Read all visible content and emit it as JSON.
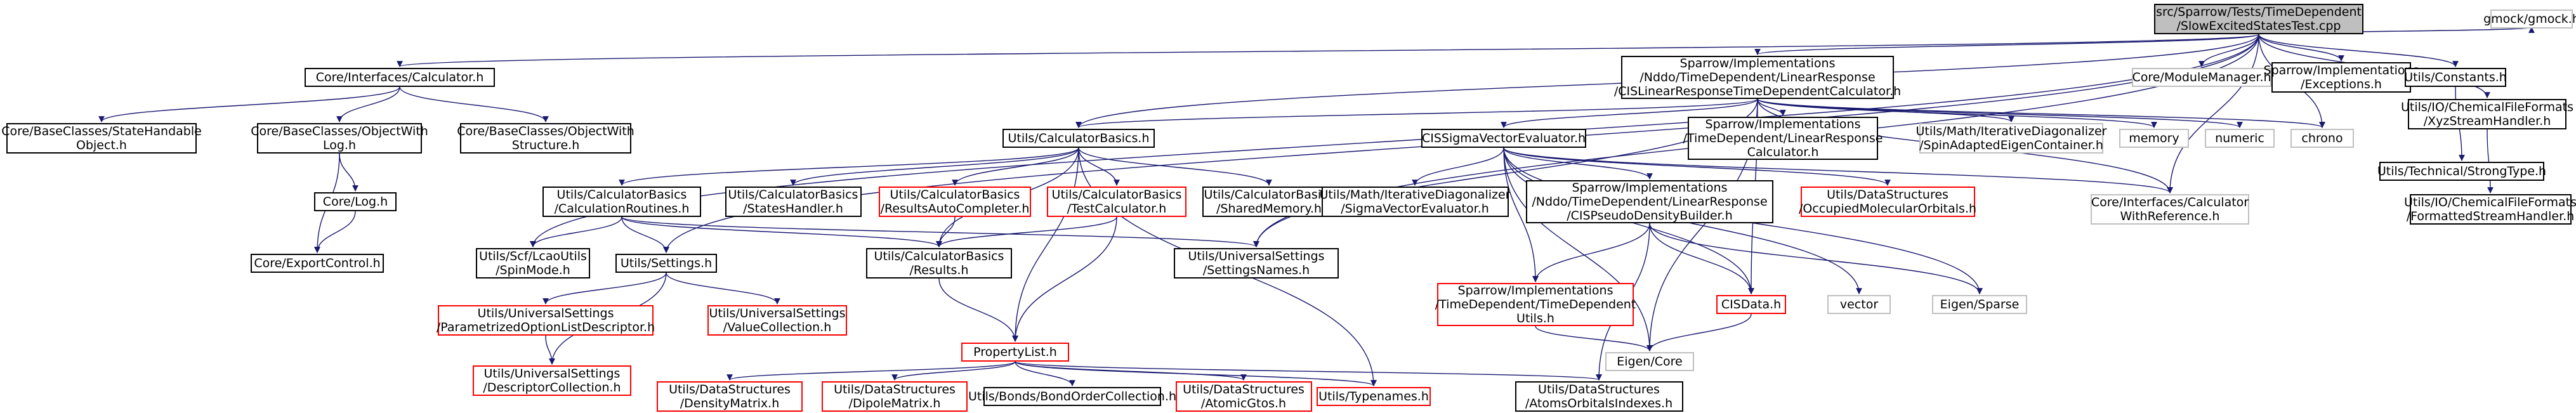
{
  "graph": {
    "nodes": [
      {
        "id": "root",
        "label": "src/Sparrow/Tests/TimeDependent\n/SlowExcitedStatesTest.cpp",
        "style": "root"
      },
      {
        "id": "calc",
        "label": "Core/Interfaces/Calculator.h",
        "style": "normal"
      },
      {
        "id": "statehandle",
        "label": "Core/BaseClasses/StateHandable\nObject.h",
        "style": "normal"
      },
      {
        "id": "objwithlog",
        "label": "Core/BaseClasses/ObjectWith\nLog.h",
        "style": "normal"
      },
      {
        "id": "objwithstruct",
        "label": "Core/BaseClasses/ObjectWith\nStructure.h",
        "style": "normal"
      },
      {
        "id": "corelog",
        "label": "Core/Log.h",
        "style": "normal"
      },
      {
        "id": "exportctrl",
        "label": "Core/ExportControl.h",
        "style": "normal"
      },
      {
        "id": "tdlr",
        "label": "Sparrow/Implementations\n/Nddo/TimeDependent/LinearResponse\n/CISLinearResponseTimeDependentCalculator.h",
        "style": "normal"
      },
      {
        "id": "calcbasics",
        "label": "Utils/CalculatorBasics.h",
        "style": "normal"
      },
      {
        "id": "cisevaluator",
        "label": "CISSigmaVectorEvaluator.h",
        "style": "normal"
      },
      {
        "id": "tdlrcalc",
        "label": "Sparrow/Implementations\n/TimeDependent/LinearResponse\nCalculator.h",
        "style": "normal"
      },
      {
        "id": "iterdiag",
        "label": "Utils/Math/IterativeDiagonalizer\n/SpinAdaptedEigenContainer.h",
        "style": "grey"
      },
      {
        "id": "memory",
        "label": "memory",
        "style": "grey"
      },
      {
        "id": "numeric",
        "label": "numeric",
        "style": "grey"
      },
      {
        "id": "chrono",
        "label": "chrono",
        "style": "grey"
      },
      {
        "id": "modulemgr",
        "label": "Core/ModuleManager.h",
        "style": "grey"
      },
      {
        "id": "exceptions",
        "label": "Sparrow/Implementations\n/Exceptions.h",
        "style": "normal"
      },
      {
        "id": "constants",
        "label": "Utils/Constants.h",
        "style": "normal"
      },
      {
        "id": "xyz",
        "label": "Utils/IO/ChemicalFileFormats\n/XyzStreamHandler.h",
        "style": "normal"
      },
      {
        "id": "gmock",
        "label": "gmock/gmock.h",
        "style": "grey"
      },
      {
        "id": "stronglytype",
        "label": "Utils/Technical/StrongType.h",
        "style": "normal"
      },
      {
        "id": "formatted",
        "label": "Utils/IO/ChemicalFileFormats\n/FormattedStreamHandler.h",
        "style": "normal"
      },
      {
        "id": "calcwithref",
        "label": "Core/Interfaces/Calculator\nWithReference.h",
        "style": "grey"
      },
      {
        "id": "calcroutines",
        "label": "Utils/CalculatorBasics\n/CalculationRoutines.h",
        "style": "normal"
      },
      {
        "id": "stateshandler",
        "label": "Utils/CalculatorBasics\n/StatesHandler.h",
        "style": "normal"
      },
      {
        "id": "resautocomp",
        "label": "Utils/CalculatorBasics\n/ResultsAutoCompleter.h",
        "style": "red"
      },
      {
        "id": "testcalc",
        "label": "Utils/CalculatorBasics\n/TestCalculator.h",
        "style": "red"
      },
      {
        "id": "sharedmem",
        "label": "Utils/CalculatorBasics\n/SharedMemory.h",
        "style": "normal"
      },
      {
        "id": "sigmaeval",
        "label": "Utils/Math/IterativeDiagonalizer\n/SigmaVectorEvaluator.h",
        "style": "normal"
      },
      {
        "id": "pseudo",
        "label": "Sparrow/Implementations\n/Nddo/TimeDependent/LinearResponse\n/CISPseudoDensityBuilder.h",
        "style": "normal"
      },
      {
        "id": "occmo",
        "label": "Utils/DataStructures\n/OccupiedMolecularOrbitals.h",
        "style": "red"
      },
      {
        "id": "spinmode",
        "label": "Utils/Scf/LcaoUtils\n/SpinMode.h",
        "style": "normal"
      },
      {
        "id": "settings",
        "label": "Utils/Settings.h",
        "style": "normal"
      },
      {
        "id": "results",
        "label": "Utils/CalculatorBasics\n/Results.h",
        "style": "normal"
      },
      {
        "id": "settingsnames",
        "label": "Utils/UniversalSettings\n/SettingsNames.h",
        "style": "normal"
      },
      {
        "id": "tdutils",
        "label": "Sparrow/Implementations\n/TimeDependent/TimeDependent\nUtils.h",
        "style": "red"
      },
      {
        "id": "cisdata",
        "label": "CISData.h",
        "style": "red"
      },
      {
        "id": "vector",
        "label": "vector",
        "style": "grey"
      },
      {
        "id": "eigensparse",
        "label": "Eigen/Sparse",
        "style": "grey"
      },
      {
        "id": "paramoptdesc",
        "label": "Utils/UniversalSettings\n/ParametrizedOptionListDescriptor.h",
        "style": "red"
      },
      {
        "id": "valuecoll",
        "label": "Utils/UniversalSettings\n/ValueCollection.h",
        "style": "red"
      },
      {
        "id": "eigencore",
        "label": "Eigen/Core",
        "style": "grey"
      },
      {
        "id": "desccoll",
        "label": "Utils/UniversalSettings\n/DescriptorCollection.h",
        "style": "red"
      },
      {
        "id": "proplist",
        "label": "PropertyList.h",
        "style": "red"
      },
      {
        "id": "densmat",
        "label": "Utils/DataStructures\n/DensityMatrix.h",
        "style": "red"
      },
      {
        "id": "dipole",
        "label": "Utils/DataStructures\n/DipoleMatrix.h",
        "style": "red"
      },
      {
        "id": "bondorder",
        "label": "Utils/Bonds/BondOrderCollection.h",
        "style": "normal"
      },
      {
        "id": "atomicgtos",
        "label": "Utils/DataStructures\n/AtomicGtos.h",
        "style": "red"
      },
      {
        "id": "typenames",
        "label": "Utils/Typenames.h",
        "style": "red"
      },
      {
        "id": "atomorbidx",
        "label": "Utils/DataStructures\n/AtomsOrbitalsIndexes.h",
        "style": "normal"
      }
    ],
    "edges": [
      [
        "root",
        "calc"
      ],
      [
        "root",
        "tdlr"
      ],
      [
        "root",
        "calcbasics"
      ],
      [
        "root",
        "modulemgr"
      ],
      [
        "root",
        "exceptions"
      ],
      [
        "root",
        "constants"
      ],
      [
        "root",
        "xyz"
      ],
      [
        "root",
        "gmock"
      ],
      [
        "root",
        "chrono"
      ],
      [
        "root",
        "spinmode"
      ],
      [
        "root",
        "settings"
      ],
      [
        "root",
        "settingsnames"
      ],
      [
        "root",
        "calcwithref"
      ],
      [
        "calc",
        "statehandle"
      ],
      [
        "calc",
        "objwithlog"
      ],
      [
        "calc",
        "objwithstruct"
      ],
      [
        "objwithlog",
        "corelog"
      ],
      [
        "objwithlog",
        "exportctrl"
      ],
      [
        "corelog",
        "exportctrl"
      ],
      [
        "tdlr",
        "calcbasics"
      ],
      [
        "tdlr",
        "cisevaluator"
      ],
      [
        "tdlr",
        "tdlrcalc"
      ],
      [
        "tdlr",
        "iterdiag"
      ],
      [
        "tdlr",
        "memory"
      ],
      [
        "tdlr",
        "numeric"
      ],
      [
        "tdlr",
        "chrono"
      ],
      [
        "tdlr",
        "calcwithref"
      ],
      [
        "tdlr",
        "settingsnames"
      ],
      [
        "tdlr",
        "eigencore"
      ],
      [
        "tdlr",
        "cisdata"
      ],
      [
        "calcbasics",
        "calcroutines"
      ],
      [
        "calcbasics",
        "stateshandler"
      ],
      [
        "calcbasics",
        "resautocomp"
      ],
      [
        "calcbasics",
        "testcalc"
      ],
      [
        "calcbasics",
        "sharedmem"
      ],
      [
        "calcbasics",
        "results"
      ],
      [
        "calcbasics",
        "proplist"
      ],
      [
        "calcbasics",
        "typenames"
      ],
      [
        "calcroutines",
        "spinmode"
      ],
      [
        "calcroutines",
        "settings"
      ],
      [
        "calcroutines",
        "results"
      ],
      [
        "calcroutines",
        "settingsnames"
      ],
      [
        "resautocomp",
        "results"
      ],
      [
        "testcalc",
        "results"
      ],
      [
        "testcalc",
        "proplist"
      ],
      [
        "cisevaluator",
        "sigmaeval"
      ],
      [
        "cisevaluator",
        "pseudo"
      ],
      [
        "cisevaluator",
        "occmo"
      ],
      [
        "cisevaluator",
        "tdutils"
      ],
      [
        "cisevaluator",
        "cisdata"
      ],
      [
        "cisevaluator",
        "vector"
      ],
      [
        "cisevaluator",
        "eigensparse"
      ],
      [
        "cisevaluator",
        "eigencore"
      ],
      [
        "cisevaluator",
        "calcwithref"
      ],
      [
        "pseudo",
        "tdutils"
      ],
      [
        "pseudo",
        "cisdata"
      ],
      [
        "pseudo",
        "eigensparse"
      ],
      [
        "pseudo",
        "atomorbidx"
      ],
      [
        "tdutils",
        "eigencore"
      ],
      [
        "cisdata",
        "eigencore"
      ],
      [
        "settings",
        "paramoptdesc"
      ],
      [
        "settings",
        "valuecoll"
      ],
      [
        "settings",
        "desccoll"
      ],
      [
        "paramoptdesc",
        "desccoll"
      ],
      [
        "results",
        "proplist"
      ],
      [
        "proplist",
        "densmat"
      ],
      [
        "proplist",
        "dipole"
      ],
      [
        "proplist",
        "bondorder"
      ],
      [
        "proplist",
        "atomicgtos"
      ],
      [
        "proplist",
        "typenames"
      ],
      [
        "proplist",
        "atomorbidx"
      ],
      [
        "constants",
        "stronglytype"
      ],
      [
        "xyz",
        "formatted"
      ]
    ]
  },
  "colors": {
    "edge": "#191970",
    "border_normal": "#000000",
    "border_grey": "#bfbfbf",
    "border_red": "#ff0000",
    "root_fill": "#bfbfbf"
  }
}
